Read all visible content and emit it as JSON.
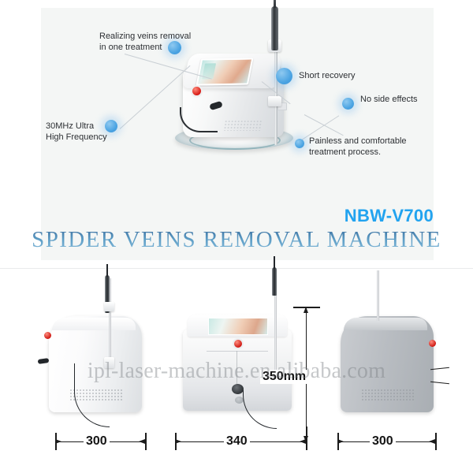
{
  "product": {
    "model": "NBW-V700",
    "title": "SPIDER VEINS REMOVAL MACHINE",
    "watermark": "ipl-laser-machine.en.alibaba.com"
  },
  "colors": {
    "model_blue": "#22a3ef",
    "title_blue": "#5a93bd",
    "callout_dot": "#4aa3e2",
    "red_button": "#d01a14",
    "panel_bg": "#f4f6f5",
    "dimension_line": "#1c1c1c"
  },
  "callouts": [
    {
      "id": "veins-removal",
      "text": "Realizing veins removal\nin one treatment"
    },
    {
      "id": "ultra-high-frequency",
      "text": "30MHz Ultra\nHigh Frequency"
    },
    {
      "id": "short-recovery",
      "text": "Short recovery"
    },
    {
      "id": "no-side-effects",
      "text": "No side effects"
    },
    {
      "id": "painless",
      "text": "Painless and comfortable\ntreatment process."
    }
  ],
  "dimensions": {
    "left_view_width": "300",
    "front_view_width": "340",
    "front_view_height": "350mm",
    "right_view_width": "300"
  }
}
